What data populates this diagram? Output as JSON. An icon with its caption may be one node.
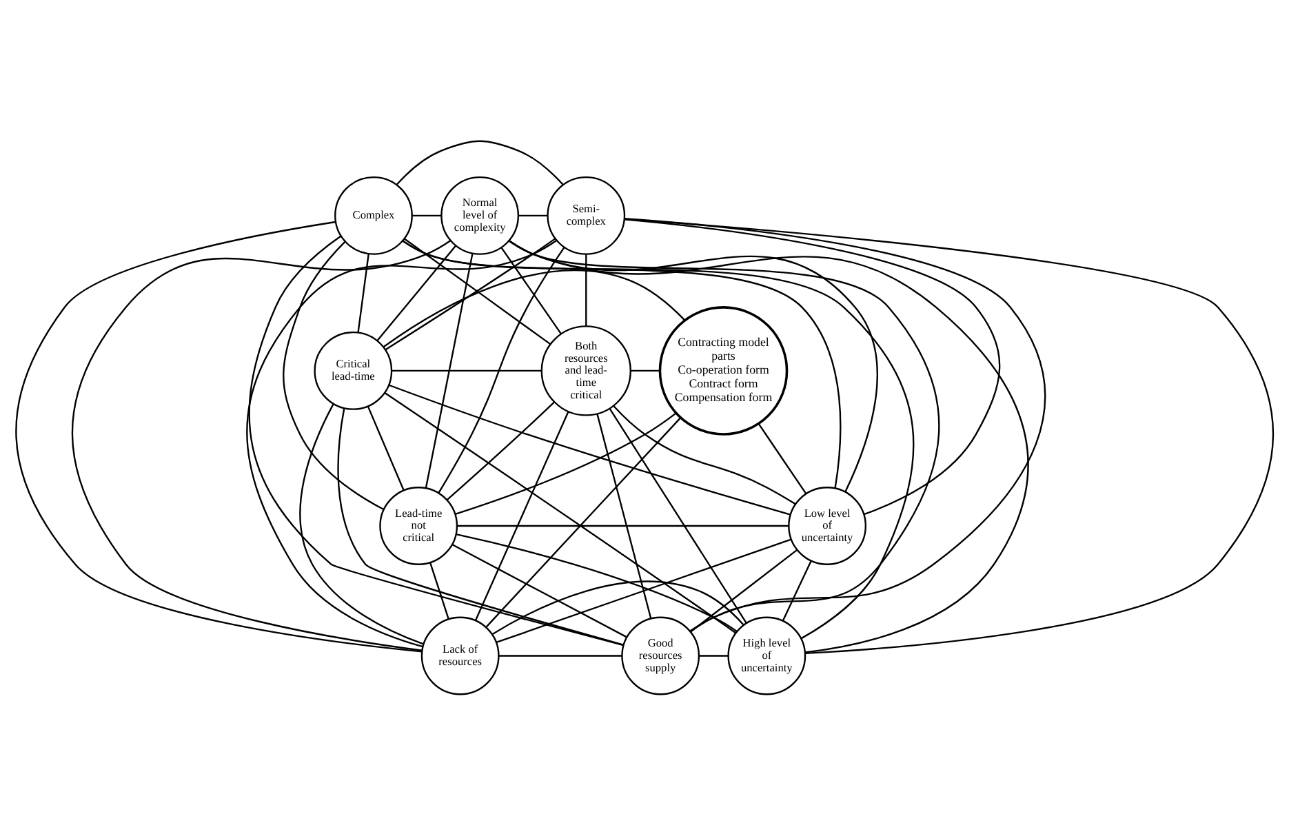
{
  "diagram": {
    "nodes": [
      {
        "text": [
          "Complex"
        ]
      },
      {
        "text": [
          "Normal level of complexity"
        ]
      },
      {
        "text": [
          "Semi- complex"
        ]
      },
      {
        "text": [
          "Critical lead-time"
        ]
      },
      {
        "text": [
          "Both resources and lead-time critical"
        ]
      },
      {
        "text": [
          "Contracting model parts",
          "Co-operation form Contract form Compensation form"
        ]
      },
      {
        "text": [
          "Lead-time not critical"
        ]
      },
      {
        "text": [
          "Low level of uncertainty"
        ]
      },
      {
        "text": [
          "Lack of resources"
        ]
      },
      {
        "text": [
          "Good resources supply"
        ]
      },
      {
        "text": [
          "High level of uncertainty"
        ]
      }
    ],
    "edges": [
      {
        "from": 0,
        "to": 1,
        "arrow": "none"
      },
      {
        "from": 0,
        "to": 2,
        "arrow": "none"
      },
      {
        "from": 0,
        "to": 3,
        "arrow": "none"
      },
      {
        "from": 0,
        "to": 4,
        "arrow": "none"
      },
      {
        "from": 0,
        "to": 6,
        "arrow": "none"
      },
      {
        "from": 0,
        "to": 7,
        "arrow": "none"
      },
      {
        "from": 0,
        "to": 8,
        "arrow": "none"
      },
      {
        "from": 0,
        "to": 9,
        "arrow": "none"
      },
      {
        "from": 0,
        "to": 10,
        "arrow": "none"
      },
      {
        "from": 1,
        "to": 2,
        "arrow": "none"
      },
      {
        "from": 1,
        "to": 3,
        "arrow": "none"
      },
      {
        "from": 1,
        "to": 4,
        "arrow": "none"
      },
      {
        "from": 1,
        "to": 6,
        "arrow": "none"
      },
      {
        "from": 1,
        "to": 7,
        "arrow": "none"
      },
      {
        "from": 1,
        "to": 8,
        "arrow": "none"
      },
      {
        "from": 1,
        "to": 9,
        "arrow": "none"
      },
      {
        "from": 1,
        "to": 10,
        "arrow": "none"
      },
      {
        "from": 2,
        "to": 3,
        "arrow": "none"
      },
      {
        "from": 2,
        "to": 4,
        "arrow": "none"
      },
      {
        "from": 2,
        "to": 6,
        "arrow": "none"
      },
      {
        "from": 2,
        "to": 7,
        "arrow": "none"
      },
      {
        "from": 2,
        "to": 8,
        "arrow": "none"
      },
      {
        "from": 2,
        "to": 9,
        "arrow": "none"
      },
      {
        "from": 2,
        "to": 10,
        "arrow": "none"
      },
      {
        "from": 3,
        "to": 4,
        "arrow": "none"
      },
      {
        "from": 3,
        "to": 5,
        "arrow": "none"
      },
      {
        "from": 3,
        "to": 6,
        "arrow": "none"
      },
      {
        "from": 3,
        "to": 7,
        "arrow": "none"
      },
      {
        "from": 3,
        "to": 8,
        "arrow": "none"
      },
      {
        "from": 3,
        "to": 9,
        "arrow": "none"
      },
      {
        "from": 3,
        "to": 10,
        "arrow": "none"
      },
      {
        "from": 4,
        "to": 5,
        "arrow": "none"
      },
      {
        "from": 4,
        "to": 6,
        "arrow": "none"
      },
      {
        "from": 4,
        "to": 7,
        "arrow": "none"
      },
      {
        "from": 4,
        "to": 8,
        "arrow": "none"
      },
      {
        "from": 4,
        "to": 9,
        "arrow": "none"
      },
      {
        "from": 4,
        "to": 10,
        "arrow": "none"
      },
      {
        "from": 6,
        "to": 5,
        "arrow": "none"
      },
      {
        "from": 6,
        "to": 7,
        "arrow": "none"
      },
      {
        "from": 6,
        "to": 8,
        "arrow": "none"
      },
      {
        "from": 6,
        "to": 9,
        "arrow": "none"
      },
      {
        "from": 6,
        "to": 10,
        "arrow": "none"
      },
      {
        "from": 7,
        "to": 5,
        "arrow": "none"
      },
      {
        "from": 7,
        "to": 8,
        "arrow": "none"
      },
      {
        "from": 7,
        "to": 9,
        "arrow": "none"
      },
      {
        "from": 7,
        "to": 10,
        "arrow": "none"
      },
      {
        "from": 8,
        "to": 5,
        "arrow": "none"
      },
      {
        "from": 8,
        "to": 9,
        "arrow": "none"
      },
      {
        "from": 8,
        "to": 10,
        "arrow": "none"
      },
      {
        "from": 9,
        "to": 10,
        "arrow": "none"
      }
    ]
  }
}
